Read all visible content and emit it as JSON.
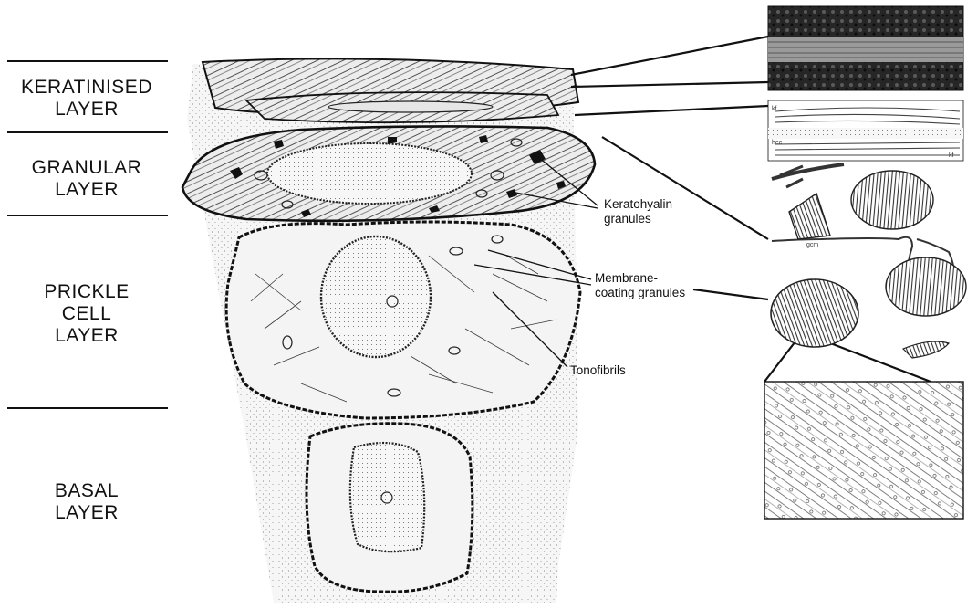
{
  "layers": [
    {
      "id": "keratinised",
      "lines": [
        "KERATINISED",
        "LAYER"
      ]
    },
    {
      "id": "granular",
      "lines": [
        "GRANULAR",
        "LAYER"
      ]
    },
    {
      "id": "prickle",
      "lines": [
        "PRICKLE",
        "CELL",
        "LAYER"
      ]
    },
    {
      "id": "basal",
      "lines": [
        "BASAL",
        "LAYER"
      ]
    }
  ],
  "annotations": {
    "keratohyalin": [
      "Keratohyalin",
      "granules"
    ],
    "membrane": [
      "Membrane-",
      "coating granules"
    ],
    "tonofibrils": "Tonofibrils"
  },
  "inset_tags": {
    "kf_top": "kf",
    "hec": "hec",
    "kf_bottom": "kf",
    "gcm": "gcm"
  },
  "colors": {
    "ink": "#111111",
    "stipple_bg": "#f3f3f3",
    "micrograph_dark": "#1c1c1c"
  }
}
